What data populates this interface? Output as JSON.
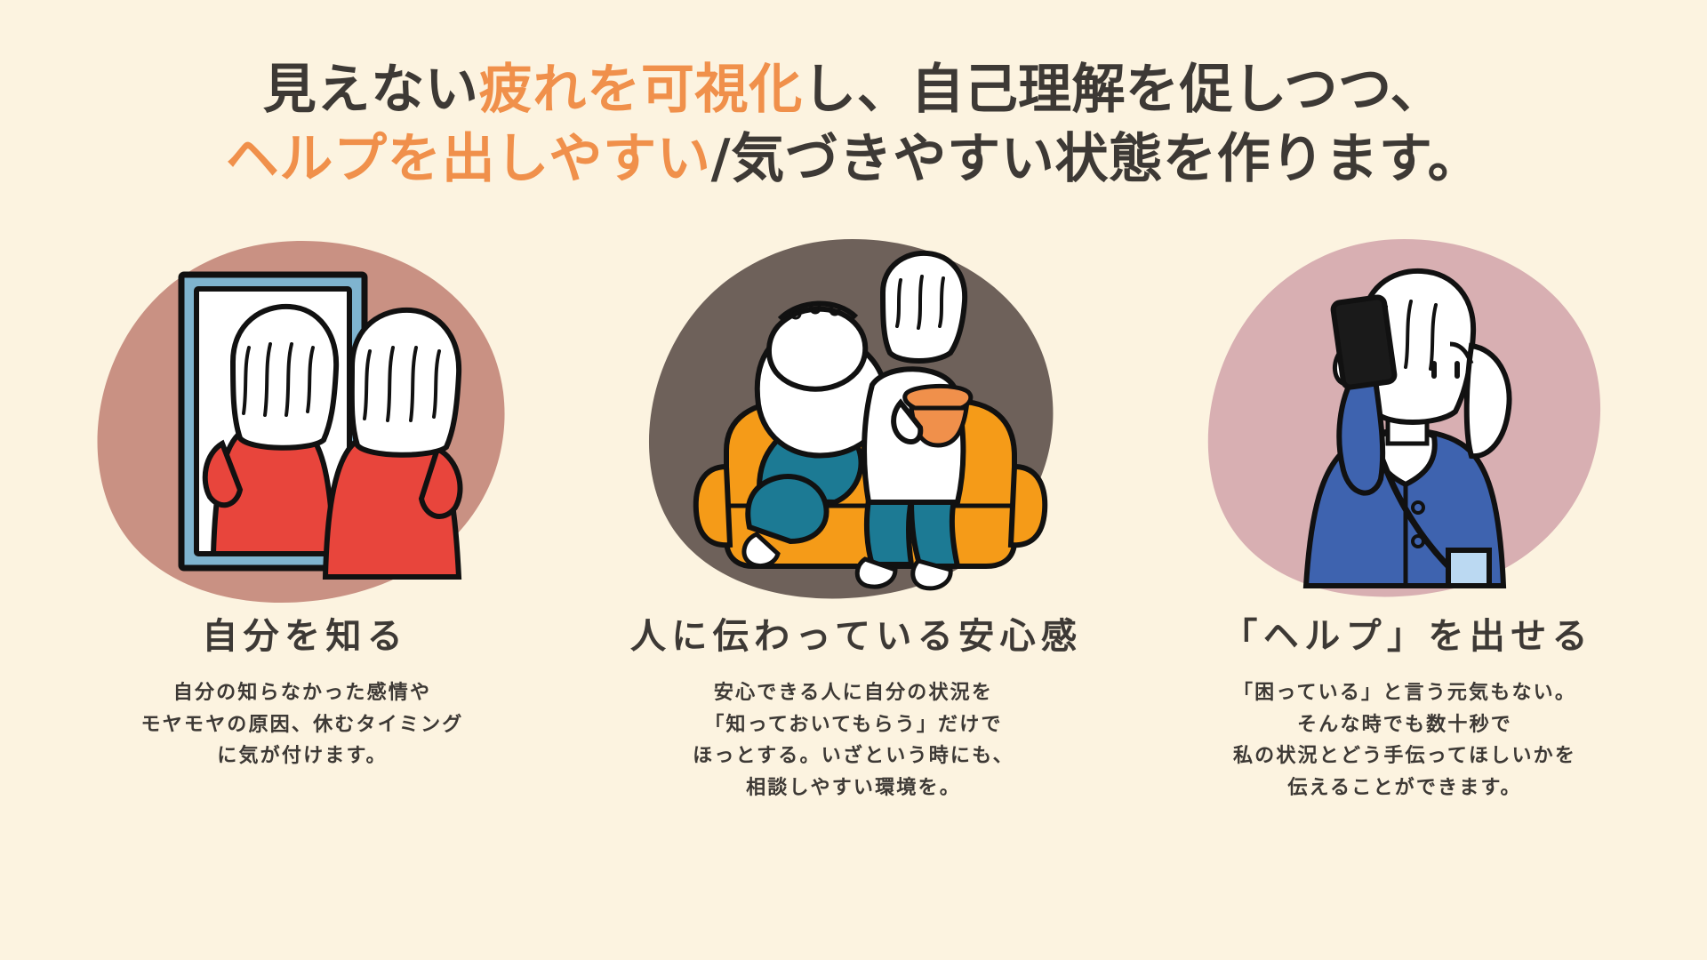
{
  "page": {
    "background_color": "#FCF3E0",
    "text_color": "#3D3935",
    "accent_color": "#F0904B"
  },
  "headline": {
    "line1": [
      {
        "text": "見えない",
        "style": "dark"
      },
      {
        "text": "疲れを可視化",
        "style": "accent"
      },
      {
        "text": "し、",
        "style": "dark"
      },
      {
        "text": "自己理解",
        "style": "heavy"
      },
      {
        "text": "を促しつつ、",
        "style": "dark"
      }
    ],
    "line2": [
      {
        "text": "ヘルプを出しやすい",
        "style": "accent"
      },
      {
        "text": "/気づきやすい状態を作ります。",
        "style": "dark"
      }
    ],
    "plain_line1": "見えない疲れを可視化し、自己理解を促しつつ、",
    "plain_line2": "ヘルプを出しやすい/気づきやすい状態を作ります。"
  },
  "cards": [
    {
      "id": "know-yourself",
      "title": "自分を知る",
      "body_lines": [
        "自分の知らなかった感情や",
        "モヤモヤの原因、休むタイミング",
        "に気が付けます。"
      ],
      "illustration": {
        "name": "woman-looking-in-mirror",
        "blob_color": "#C99183",
        "mirror_frame_color": "#7FB4CF",
        "mirror_glass_color": "#FFFFFF",
        "dress_color": "#E8453C",
        "hair_color": "#FFFFFF",
        "outline_color": "#000000"
      }
    },
    {
      "id": "peace-of-mind",
      "title": "人に伝わっている安心感",
      "body_lines": [
        "安心できる人に自分の状況を",
        "「知っておいてもらう」だけで",
        "ほっとする。いざという時にも、",
        "相談しやすい環境を。"
      ],
      "illustration": {
        "name": "two-people-relaxing-on-sofa",
        "blob_color": "#6E615A",
        "sofa_color": "#F59B18",
        "jeans_color": "#1C7A94",
        "bowl_color": "#F0904B",
        "shirt_color": "#FFFFFF",
        "outline_color": "#000000"
      }
    },
    {
      "id": "ask-for-help",
      "title": "「ヘルプ」を出せる",
      "body_lines": [
        "「困っている」と言う元気もない。",
        "そんな時でも数十秒で",
        "私の状況とどう手伝ってほしいかを",
        "伝えることができます。"
      ],
      "illustration": {
        "name": "woman-using-smartphone",
        "blob_color": "#D8AFB2",
        "jacket_color": "#3E63AF",
        "phone_color": "#1A1A1A",
        "bag_color": "#BBD9F2",
        "hair_color": "#FFFFFF",
        "outline_color": "#000000"
      }
    }
  ]
}
